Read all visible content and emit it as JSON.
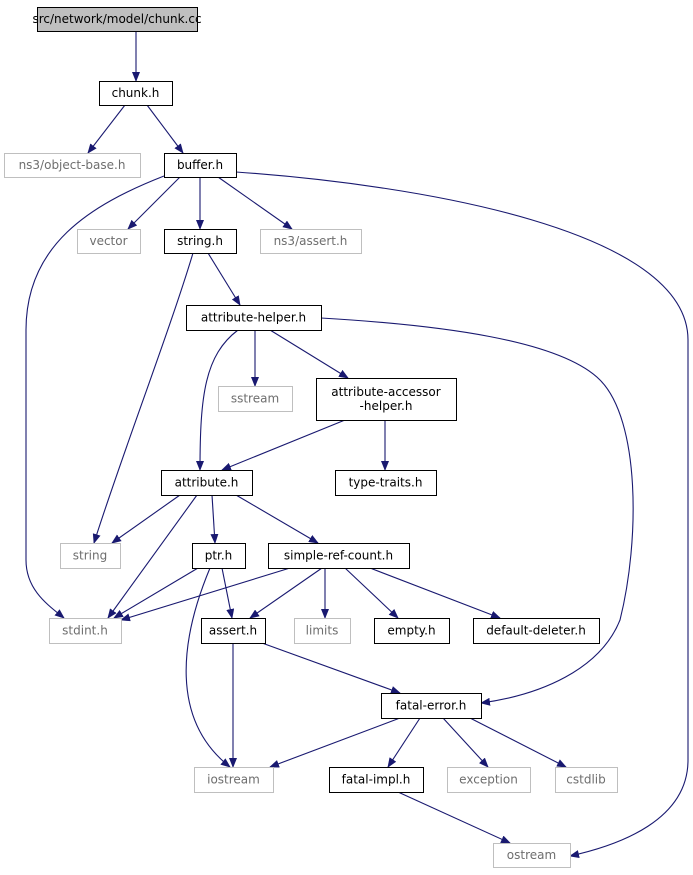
{
  "colors": {
    "edge": "#191970",
    "root_fill": "#bfbfbf",
    "header_border": "#000000",
    "system_border": "#bfbfbf",
    "system_text": "#6e6e6e"
  },
  "nodes": {
    "chunk_cc": {
      "label": "src/network/model/chunk.cc",
      "kind": "root"
    },
    "chunk_h": {
      "label": "chunk.h",
      "kind": "header"
    },
    "object_base": {
      "label": "ns3/object-base.h",
      "kind": "system"
    },
    "buffer_h": {
      "label": "buffer.h",
      "kind": "header"
    },
    "vector": {
      "label": "vector",
      "kind": "system"
    },
    "string_h": {
      "label": "string.h",
      "kind": "header"
    },
    "ns3_assert": {
      "label": "ns3/assert.h",
      "kind": "system"
    },
    "attribute_helper": {
      "label": "attribute-helper.h",
      "kind": "header"
    },
    "sstream": {
      "label": "sstream",
      "kind": "system"
    },
    "attribute_accessor": {
      "label_lines": [
        "attribute-accessor",
        "-helper.h"
      ],
      "kind": "header"
    },
    "attribute_h": {
      "label": "attribute.h",
      "kind": "header"
    },
    "type_traits": {
      "label": "type-traits.h",
      "kind": "header"
    },
    "string": {
      "label": "string",
      "kind": "system"
    },
    "ptr_h": {
      "label": "ptr.h",
      "kind": "header"
    },
    "simple_ref_count": {
      "label": "simple-ref-count.h",
      "kind": "header"
    },
    "stdint": {
      "label": "stdint.h",
      "kind": "system"
    },
    "assert_h": {
      "label": "assert.h",
      "kind": "header"
    },
    "limits": {
      "label": "limits",
      "kind": "system"
    },
    "empty_h": {
      "label": "empty.h",
      "kind": "header"
    },
    "default_deleter": {
      "label": "default-deleter.h",
      "kind": "header"
    },
    "fatal_error": {
      "label": "fatal-error.h",
      "kind": "header"
    },
    "iostream": {
      "label": "iostream",
      "kind": "system"
    },
    "fatal_impl": {
      "label": "fatal-impl.h",
      "kind": "header"
    },
    "exception": {
      "label": "exception",
      "kind": "system"
    },
    "cstdlib": {
      "label": "cstdlib",
      "kind": "system"
    },
    "ostream": {
      "label": "ostream",
      "kind": "system"
    }
  },
  "edges": [
    [
      "chunk_cc",
      "chunk_h"
    ],
    [
      "chunk_h",
      "object_base"
    ],
    [
      "chunk_h",
      "buffer_h"
    ],
    [
      "buffer_h",
      "vector"
    ],
    [
      "buffer_h",
      "string_h"
    ],
    [
      "buffer_h",
      "ns3_assert"
    ],
    [
      "buffer_h",
      "stdint"
    ],
    [
      "buffer_h",
      "ostream"
    ],
    [
      "string_h",
      "attribute_helper"
    ],
    [
      "string_h",
      "string"
    ],
    [
      "attribute_helper",
      "sstream"
    ],
    [
      "attribute_helper",
      "attribute_accessor"
    ],
    [
      "attribute_helper",
      "attribute_h"
    ],
    [
      "attribute_helper",
      "fatal_error"
    ],
    [
      "attribute_accessor",
      "attribute_h"
    ],
    [
      "attribute_accessor",
      "type_traits"
    ],
    [
      "attribute_h",
      "string"
    ],
    [
      "attribute_h",
      "ptr_h"
    ],
    [
      "attribute_h",
      "simple_ref_count"
    ],
    [
      "attribute_h",
      "stdint"
    ],
    [
      "ptr_h",
      "stdint"
    ],
    [
      "ptr_h",
      "assert_h"
    ],
    [
      "ptr_h",
      "iostream"
    ],
    [
      "simple_ref_count",
      "stdint"
    ],
    [
      "simple_ref_count",
      "assert_h"
    ],
    [
      "simple_ref_count",
      "limits"
    ],
    [
      "simple_ref_count",
      "empty_h"
    ],
    [
      "simple_ref_count",
      "default_deleter"
    ],
    [
      "assert_h",
      "fatal_error"
    ],
    [
      "assert_h",
      "iostream"
    ],
    [
      "fatal_error",
      "iostream"
    ],
    [
      "fatal_error",
      "fatal_impl"
    ],
    [
      "fatal_error",
      "exception"
    ],
    [
      "fatal_error",
      "cstdlib"
    ],
    [
      "fatal_impl",
      "ostream"
    ]
  ]
}
